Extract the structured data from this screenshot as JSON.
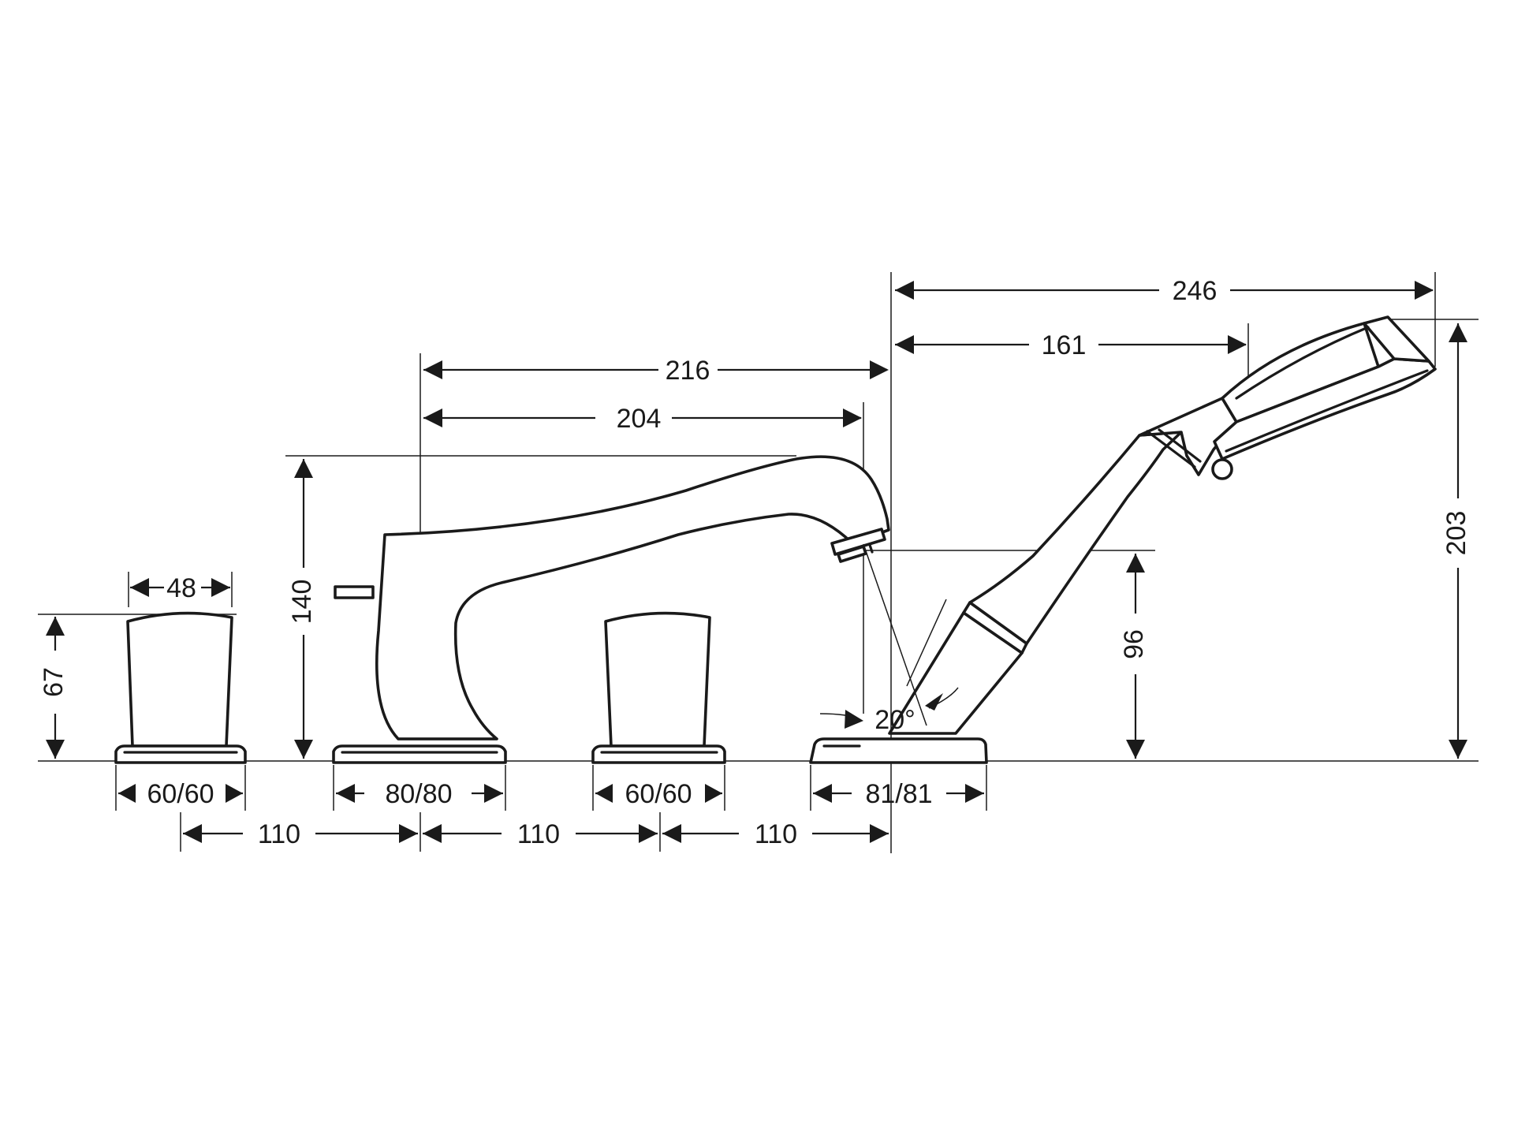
{
  "dimensions": {
    "handle_width": "48",
    "handle_height": "67",
    "spout_height": "140",
    "handle_left_base": "60/60",
    "spout_base": "80/80",
    "handle_right_base": "60/60",
    "shower_base": "81/81",
    "spacing_1": "110",
    "spacing_2": "110",
    "spacing_3": "110",
    "spout_reach_outer": "216",
    "spout_reach_inner": "204",
    "shower_reach_total": "246",
    "shower_reach_partial": "161",
    "shower_height_total": "203",
    "shower_holder_height": "96",
    "shower_angle": "20°"
  }
}
